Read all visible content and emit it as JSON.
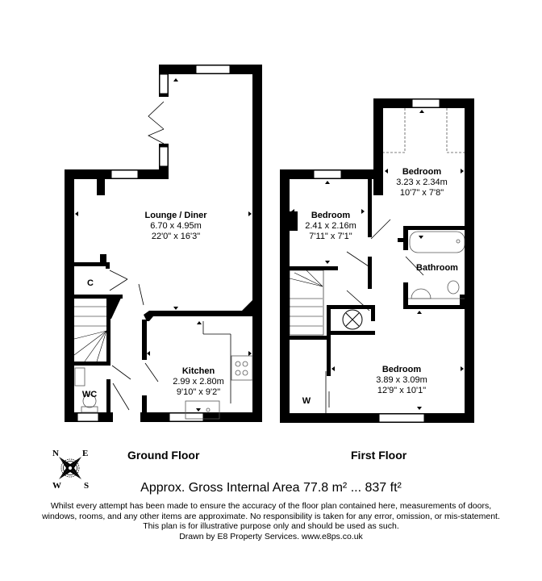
{
  "floors": {
    "ground": {
      "label": "Ground Floor",
      "rooms": {
        "lounge": {
          "name": "Lounge / Diner",
          "metric": "6.70 x 4.95m",
          "imperial": "22'0\" x 16'3\""
        },
        "kitchen": {
          "name": "Kitchen",
          "metric": "2.99 x 2.80m",
          "imperial": "9'10\" x 9'2\""
        },
        "cupboard": {
          "name": "C"
        },
        "wc": {
          "name": "WC"
        }
      }
    },
    "first": {
      "label": "First Floor",
      "rooms": {
        "bedroom_rear": {
          "name": "Bedroom",
          "metric": "3.23 x 2.34m",
          "imperial": "10'7\" x 7'8\""
        },
        "bedroom_small": {
          "name": "Bedroom",
          "metric": "2.41 x 2.16m",
          "imperial": "7'11\" x 7'1\""
        },
        "bathroom": {
          "name": "Bathroom"
        },
        "bedroom_front": {
          "name": "Bedroom",
          "metric": "3.89 x 3.09m",
          "imperial": "12'9\" x 10'1\""
        },
        "wardrobe": {
          "name": "W"
        }
      }
    }
  },
  "compass": {
    "n": "N",
    "e": "E",
    "s": "S",
    "w": "W"
  },
  "area": "Approx. Gross Internal Area 77.8 m² ... 837 ft²",
  "disclaimer": {
    "line1": "Whilst every attempt has been made to ensure the accuracy of the floor plan contained here, measurements of doors,",
    "line2": "windows, rooms, and any other items are approximate. No responsibility is taken for any error, omission, or mis-statement.",
    "line3": "This plan is for illustrative purpose only and should be used as such.",
    "line4": "Drawn by E8 Property Services. www.e8ps.co.uk"
  },
  "colors": {
    "wall": "#000000",
    "background": "#ffffff",
    "fixture": "#555555"
  }
}
